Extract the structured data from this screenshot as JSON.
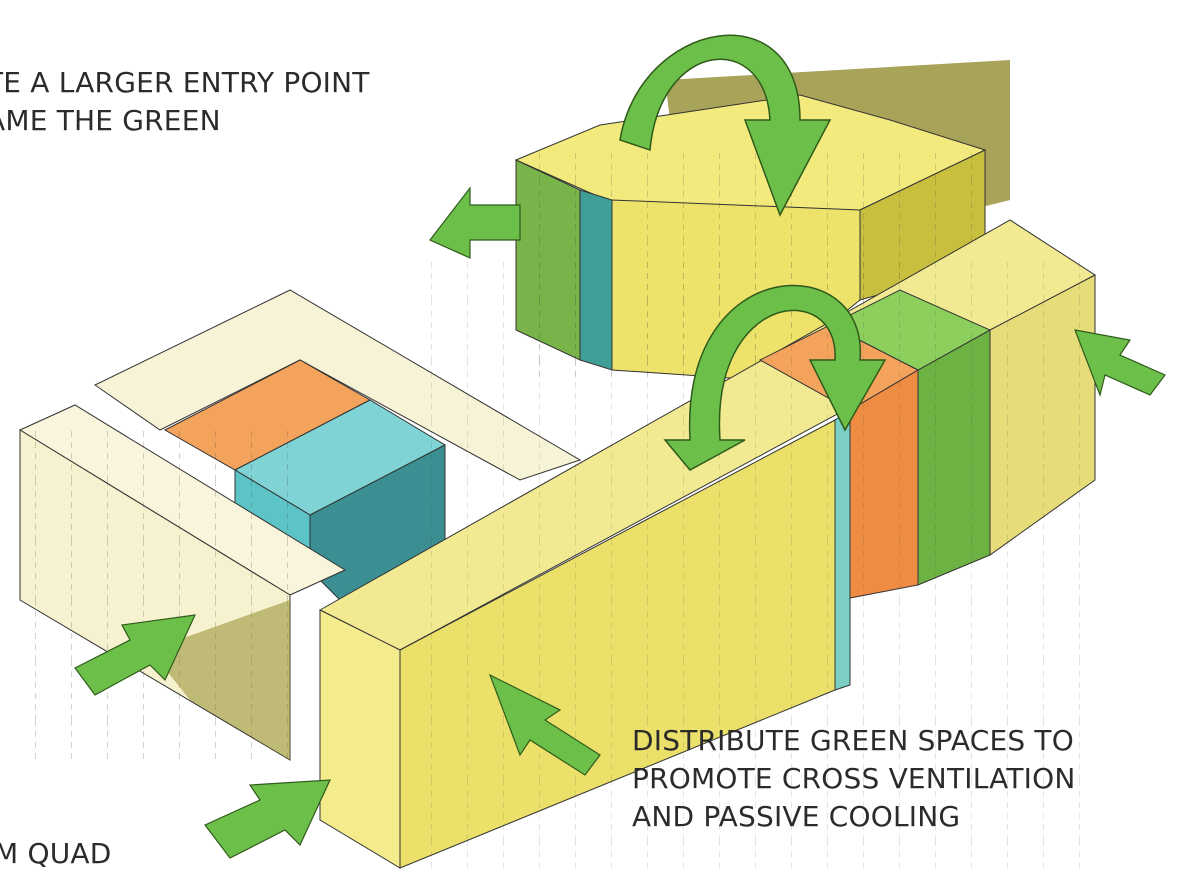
{
  "annotations": {
    "entry_line1": "TE A LARGER ENTRY POINT",
    "entry_line2": "AME THE GREEN",
    "green_line1": "DISTRIBUTE GREEN SPACES TO",
    "green_line2": "PROMOTE CROSS VENTILATION",
    "green_line3": "AND PASSIVE COOLING",
    "quad": "M QUAD"
  },
  "colors": {
    "cream": "#f6f3d2",
    "light_yellow": "#f0ec9e",
    "yellow": "#f2ea7a",
    "orange": "#f3a35c",
    "teal": "#5cc3c6",
    "green_block": "#7dbb4a",
    "arrow_green": "#6cc04a",
    "shadow": "#7f7b22"
  },
  "icons": [
    "wind-arrow-icon",
    "circulation-arrow-icon"
  ]
}
